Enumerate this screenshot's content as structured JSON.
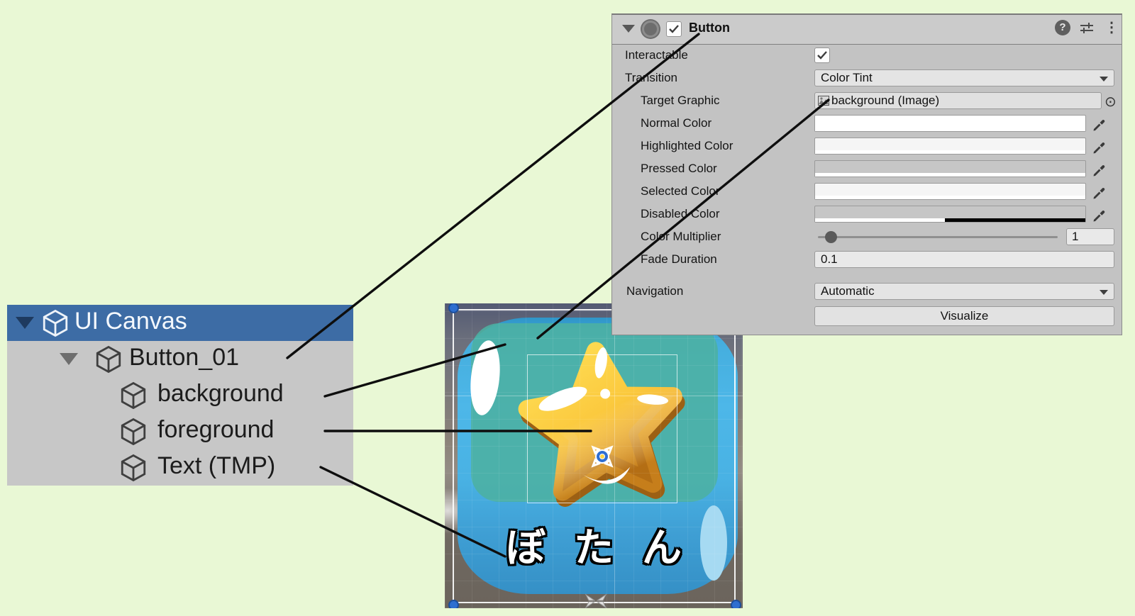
{
  "hierarchy": {
    "items": [
      {
        "label": "UI Canvas"
      },
      {
        "label": "Button_01"
      },
      {
        "label": "background"
      },
      {
        "label": "foreground"
      },
      {
        "label": "Text (TMP)"
      }
    ]
  },
  "inspector": {
    "title": "Button",
    "icons": {
      "help": "?",
      "kebab": "⋮",
      "object_picker": "⊙"
    },
    "rows": {
      "interactable": {
        "label": "Interactable",
        "checked": true
      },
      "transition": {
        "label": "Transition",
        "value": "Color Tint"
      },
      "target_graphic": {
        "label": "Target Graphic",
        "value": "background (Image)"
      },
      "normal_color": {
        "label": "Normal Color",
        "swatch": "#ffffff",
        "alpha": 1
      },
      "highlighted_color": {
        "label": "Highlighted Color",
        "swatch": "#f5f5f5",
        "alpha": 1
      },
      "pressed_color": {
        "label": "Pressed Color",
        "swatch": "#c6c6c6",
        "alpha": 1
      },
      "selected_color": {
        "label": "Selected Color",
        "swatch": "#f5f5f5",
        "alpha": 1
      },
      "disabled_color": {
        "label": "Disabled Color",
        "swatch": "#c6c6c6",
        "alpha": 0.5
      },
      "color_multiplier": {
        "label": "Color Multiplier",
        "value": "1"
      },
      "fade_duration": {
        "label": "Fade Duration",
        "value": "0.1"
      },
      "navigation": {
        "label": "Navigation",
        "value": "Automatic"
      },
      "visualize": {
        "label": "Visualize"
      }
    }
  },
  "game_view": {
    "button_text": "ぼたん"
  },
  "colors": {
    "page_background": "#e9f8d5",
    "selection_blue": "#3d6ca5",
    "panel_gray": "#c3c3c3",
    "button_blue": "#4db7e8",
    "inner_teal": "#4cb0a2",
    "star_gold": "#f7c335",
    "handle_blue": "#2e6fd0"
  }
}
